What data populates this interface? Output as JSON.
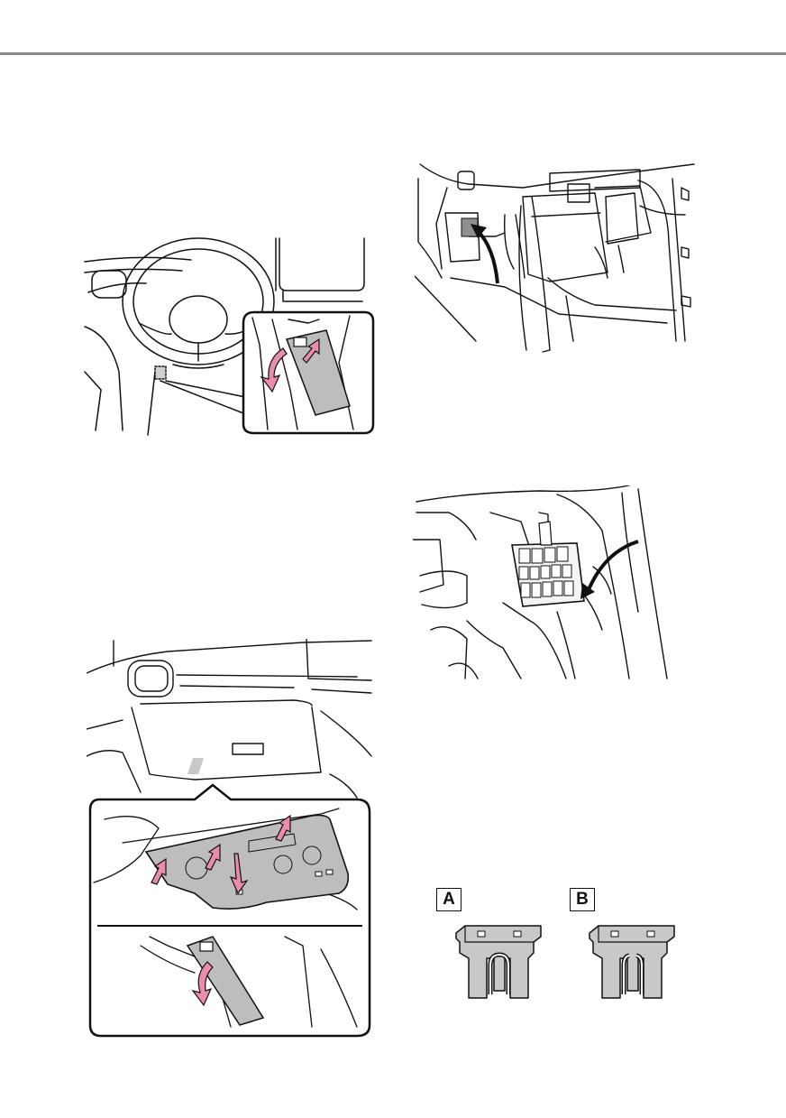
{
  "page": {
    "header_rule_color": "#8a8a8a"
  },
  "figures": {
    "steering_fuse_cover": {
      "icon": "steering-wheel-fuse-cover-illustration"
    },
    "engine_fuse_box": {
      "icon": "engine-compartment-fuse-box-illustration"
    },
    "glovebox_fuse_cover": {
      "icon": "glovebox-panel-removal-illustration"
    },
    "fuse_puller": {
      "icon": "fuse-puller-location-illustration"
    }
  },
  "fuse_types": {
    "a_label": "A",
    "b_label": "B",
    "a_state": "normal-fuse",
    "b_state": "blown-fuse"
  },
  "colors": {
    "arrow_pink": "#e98cae",
    "panel_gray": "#bdbdbd",
    "fuse_gray": "#c8c8c8",
    "line": "#111111"
  }
}
